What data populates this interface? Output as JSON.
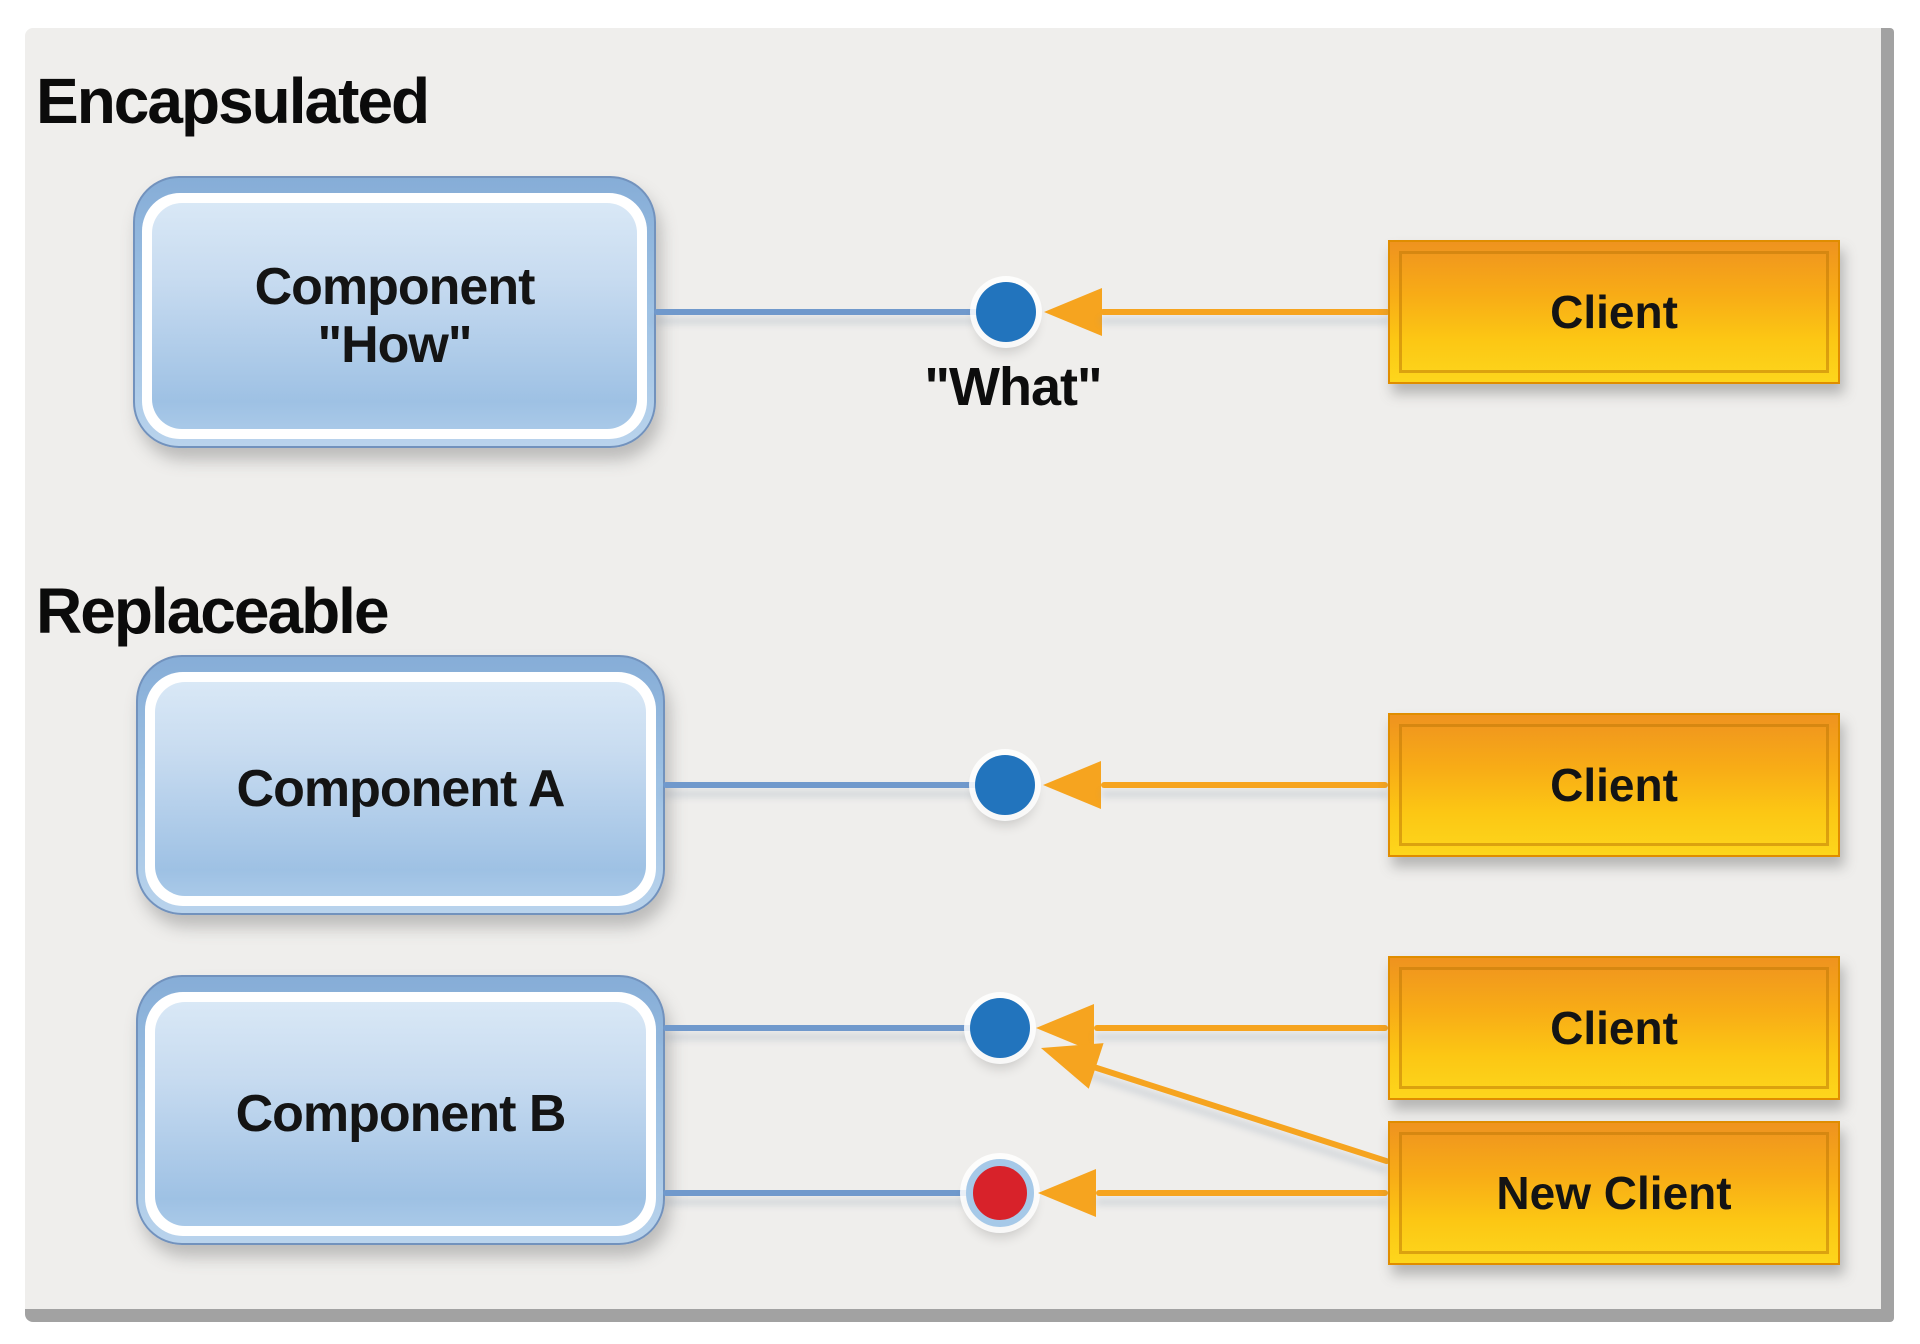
{
  "sections": [
    {
      "title": "Encapsulated"
    },
    {
      "title": "Replaceable"
    }
  ],
  "components": [
    {
      "lines": [
        "Component",
        "\"How\""
      ]
    },
    {
      "lines": [
        "Component A"
      ]
    },
    {
      "lines": [
        "Component B"
      ]
    }
  ],
  "clients": [
    {
      "label": "Client"
    },
    {
      "label": "Client"
    },
    {
      "label": "Client"
    },
    {
      "label": "New Client"
    }
  ],
  "labels": {
    "what": "\"What\""
  },
  "colors": {
    "card_bg": "#efeeec",
    "frame_border": "#a2a2a2",
    "component_border": "#7292bd",
    "component_band_top": "#86add7",
    "component_band_bottom": "#b9d3ec",
    "component_ring": "#ffffff",
    "component_fill_top": "#d9e8f6",
    "component_fill_bottom": "#9ec1e4",
    "client_border": "#e08d00",
    "client_fill_top": "#ef931f",
    "client_fill_bottom": "#fdd61c",
    "client_inner_line": "#c07a07",
    "connector_blue": "#7099cc",
    "connector_orange": "#f6a41f",
    "interface_dot_blue": "#2274bd",
    "interface_dot_red": "#d8222a",
    "interface_dot_red_ring": "#a6c9e8",
    "text_dark": "#141414"
  }
}
